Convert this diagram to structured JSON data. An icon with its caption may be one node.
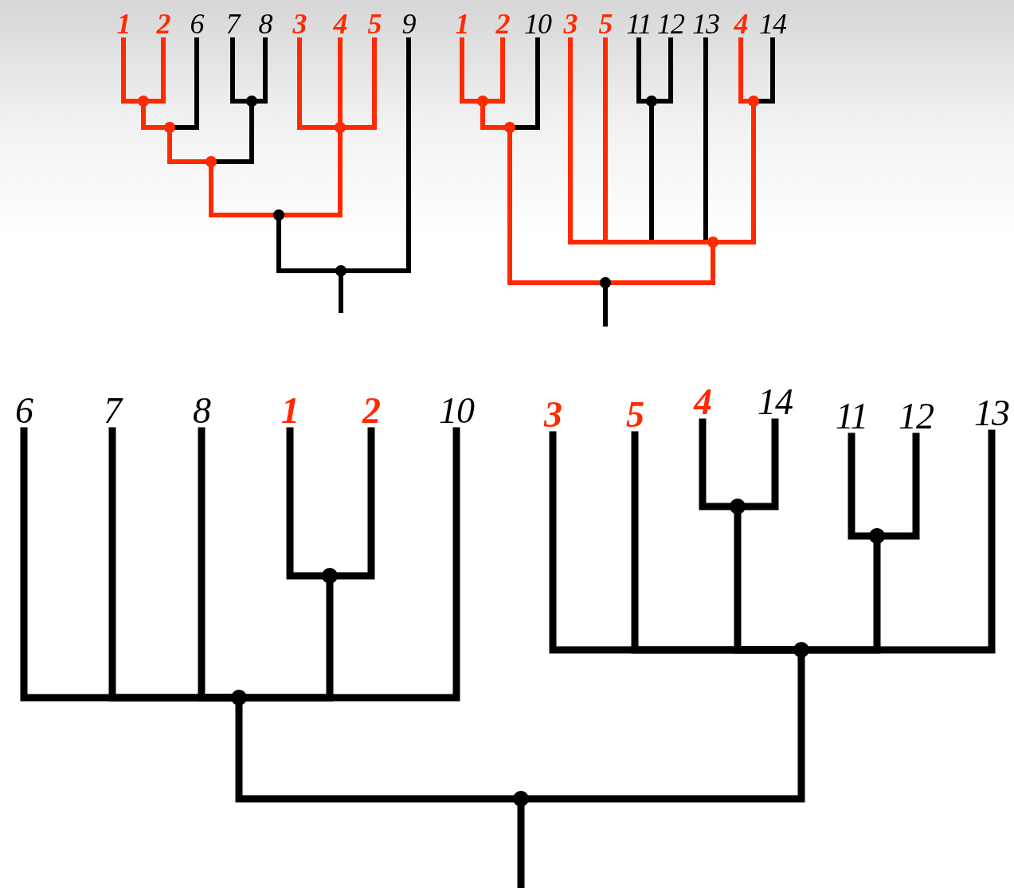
{
  "diagram": {
    "nodes": [
      {
        "text": [
          "**1**"
        ]
      },
      {
        "text": [
          "**2**"
        ]
      },
      {
        "text": [
          "6"
        ]
      },
      {
        "text": [
          "7"
        ]
      },
      {
        "text": [
          "8"
        ]
      },
      {
        "text": [
          "**3**"
        ]
      },
      {
        "text": [
          "**4**"
        ]
      },
      {
        "text": [
          "**5**"
        ]
      },
      {
        "text": [
          "9"
        ]
      },
      {
        "text": [],
        "shape": "dot"
      },
      {
        "text": [],
        "shape": "dot"
      },
      {
        "text": [],
        "shape": "dot"
      },
      {
        "text": [],
        "shape": "dot"
      },
      {
        "text": [],
        "shape": "dot"
      },
      {
        "text": [],
        "shape": "dot"
      },
      {
        "text": [],
        "shape": "dot"
      },
      {
        "text": [
          "**1**"
        ]
      },
      {
        "text": [
          "**2**"
        ]
      },
      {
        "text": [
          "10"
        ]
      },
      {
        "text": [
          "**3**"
        ]
      },
      {
        "text": [
          "**5**"
        ]
      },
      {
        "text": [
          "11"
        ]
      },
      {
        "text": [
          "12"
        ]
      },
      {
        "text": [
          "13"
        ]
      },
      {
        "text": [
          "**4**"
        ]
      },
      {
        "text": [
          "14"
        ]
      },
      {
        "text": [],
        "shape": "dot"
      },
      {
        "text": [],
        "shape": "dot"
      },
      {
        "text": [],
        "shape": "dot"
      },
      {
        "text": [],
        "shape": "dot"
      },
      {
        "text": [],
        "shape": "dot"
      },
      {
        "text": [],
        "shape": "dot"
      },
      {
        "text": [
          "6"
        ]
      },
      {
        "text": [
          "7"
        ]
      },
      {
        "text": [
          "8"
        ]
      },
      {
        "text": [
          "**1**"
        ]
      },
      {
        "text": [
          "**2**"
        ]
      },
      {
        "text": [
          "10"
        ]
      },
      {
        "text": [
          "**3**"
        ]
      },
      {
        "text": [
          "**5**"
        ]
      },
      {
        "text": [
          "**4**"
        ]
      },
      {
        "text": [
          "14"
        ]
      },
      {
        "text": [
          "11"
        ]
      },
      {
        "text": [
          "12"
        ]
      },
      {
        "text": [
          "13"
        ]
      },
      {
        "text": [],
        "shape": "dot"
      },
      {
        "text": [],
        "shape": "dot"
      },
      {
        "text": [],
        "shape": "dot"
      },
      {
        "text": [],
        "shape": "dot"
      },
      {
        "text": [],
        "shape": "dot"
      },
      {
        "text": [],
        "shape": "dot"
      }
    ],
    "edges": [
      {
        "from": 0,
        "to": 9,
        "arrow": "none",
        "color": "#ff2a00"
      },
      {
        "from": 1,
        "to": 9,
        "arrow": "none",
        "color": "#ff2a00"
      },
      {
        "from": 9,
        "to": 10,
        "arrow": "none",
        "color": "#ff2a00"
      },
      {
        "from": 2,
        "to": 10,
        "arrow": "none"
      },
      {
        "from": 3,
        "to": 11,
        "arrow": "none"
      },
      {
        "from": 4,
        "to": 11,
        "arrow": "none"
      },
      {
        "from": 10,
        "to": 12,
        "arrow": "none",
        "color": "#ff2a00"
      },
      {
        "from": 11,
        "to": 12,
        "arrow": "none"
      },
      {
        "from": 5,
        "to": 13,
        "arrow": "none",
        "color": "#ff2a00"
      },
      {
        "from": 6,
        "to": 13,
        "arrow": "none",
        "color": "#ff2a00"
      },
      {
        "from": 7,
        "to": 13,
        "arrow": "none",
        "color": "#ff2a00"
      },
      {
        "from": 12,
        "to": 14,
        "arrow": "none",
        "color": "#ff2a00"
      },
      {
        "from": 13,
        "to": 14,
        "arrow": "none",
        "color": "#ff2a00"
      },
      {
        "from": 14,
        "to": 15,
        "arrow": "none"
      },
      {
        "from": 8,
        "to": 15,
        "arrow": "none"
      },
      {
        "from": 15,
        "to": null,
        "arrow": "none"
      },
      {
        "from": 16,
        "to": 26,
        "arrow": "none",
        "color": "#ff2a00"
      },
      {
        "from": 17,
        "to": 26,
        "arrow": "none",
        "color": "#ff2a00"
      },
      {
        "from": 26,
        "to": 27,
        "arrow": "none",
        "color": "#ff2a00"
      },
      {
        "from": 18,
        "to": 27,
        "arrow": "none"
      },
      {
        "from": 21,
        "to": 28,
        "arrow": "none"
      },
      {
        "from": 22,
        "to": 28,
        "arrow": "none"
      },
      {
        "from": 24,
        "to": 29,
        "arrow": "none",
        "color": "#ff2a00"
      },
      {
        "from": 25,
        "to": 29,
        "arrow": "none"
      },
      {
        "from": 19,
        "to": 30,
        "arrow": "none",
        "color": "#ff2a00"
      },
      {
        "from": 20,
        "to": 30,
        "arrow": "none",
        "color": "#ff2a00"
      },
      {
        "from": 28,
        "to": 30,
        "arrow": "none"
      },
      {
        "from": 23,
        "to": 30,
        "arrow": "none"
      },
      {
        "from": 29,
        "to": 30,
        "arrow": "none",
        "color": "#ff2a00"
      },
      {
        "from": 27,
        "to": 31,
        "arrow": "none",
        "color": "#ff2a00"
      },
      {
        "from": 30,
        "to": 31,
        "arrow": "none",
        "color": "#ff2a00"
      },
      {
        "from": 31,
        "to": null,
        "arrow": "none"
      },
      {
        "from": 35,
        "to": 45,
        "arrow": "none"
      },
      {
        "from": 36,
        "to": 45,
        "arrow": "none"
      },
      {
        "from": 32,
        "to": 46,
        "arrow": "none"
      },
      {
        "from": 33,
        "to": 46,
        "arrow": "none"
      },
      {
        "from": 34,
        "to": 46,
        "arrow": "none"
      },
      {
        "from": 45,
        "to": 46,
        "arrow": "none"
      },
      {
        "from": 37,
        "to": 46,
        "arrow": "none"
      },
      {
        "from": 38,
        "to": 49,
        "arrow": "none"
      },
      {
        "from": 39,
        "to": 49,
        "arrow": "none"
      },
      {
        "from": 40,
        "to": 47,
        "arrow": "none"
      },
      {
        "from": 41,
        "to": 47,
        "arrow": "none"
      },
      {
        "from": 47,
        "to": 49,
        "arrow": "none"
      },
      {
        "from": 42,
        "to": 48,
        "arrow": "none"
      },
      {
        "from": 43,
        "to": 48,
        "arrow": "none"
      },
      {
        "from": 48,
        "to": 49,
        "arrow": "none"
      },
      {
        "from": 44,
        "to": 49,
        "arrow": "none"
      },
      {
        "from": 46,
        "to": 50,
        "arrow": "none"
      },
      {
        "from": 49,
        "to": 50,
        "arrow": "none"
      },
      {
        "from": 50,
        "to": null,
        "arrow": "none"
      }
    ]
  }
}
